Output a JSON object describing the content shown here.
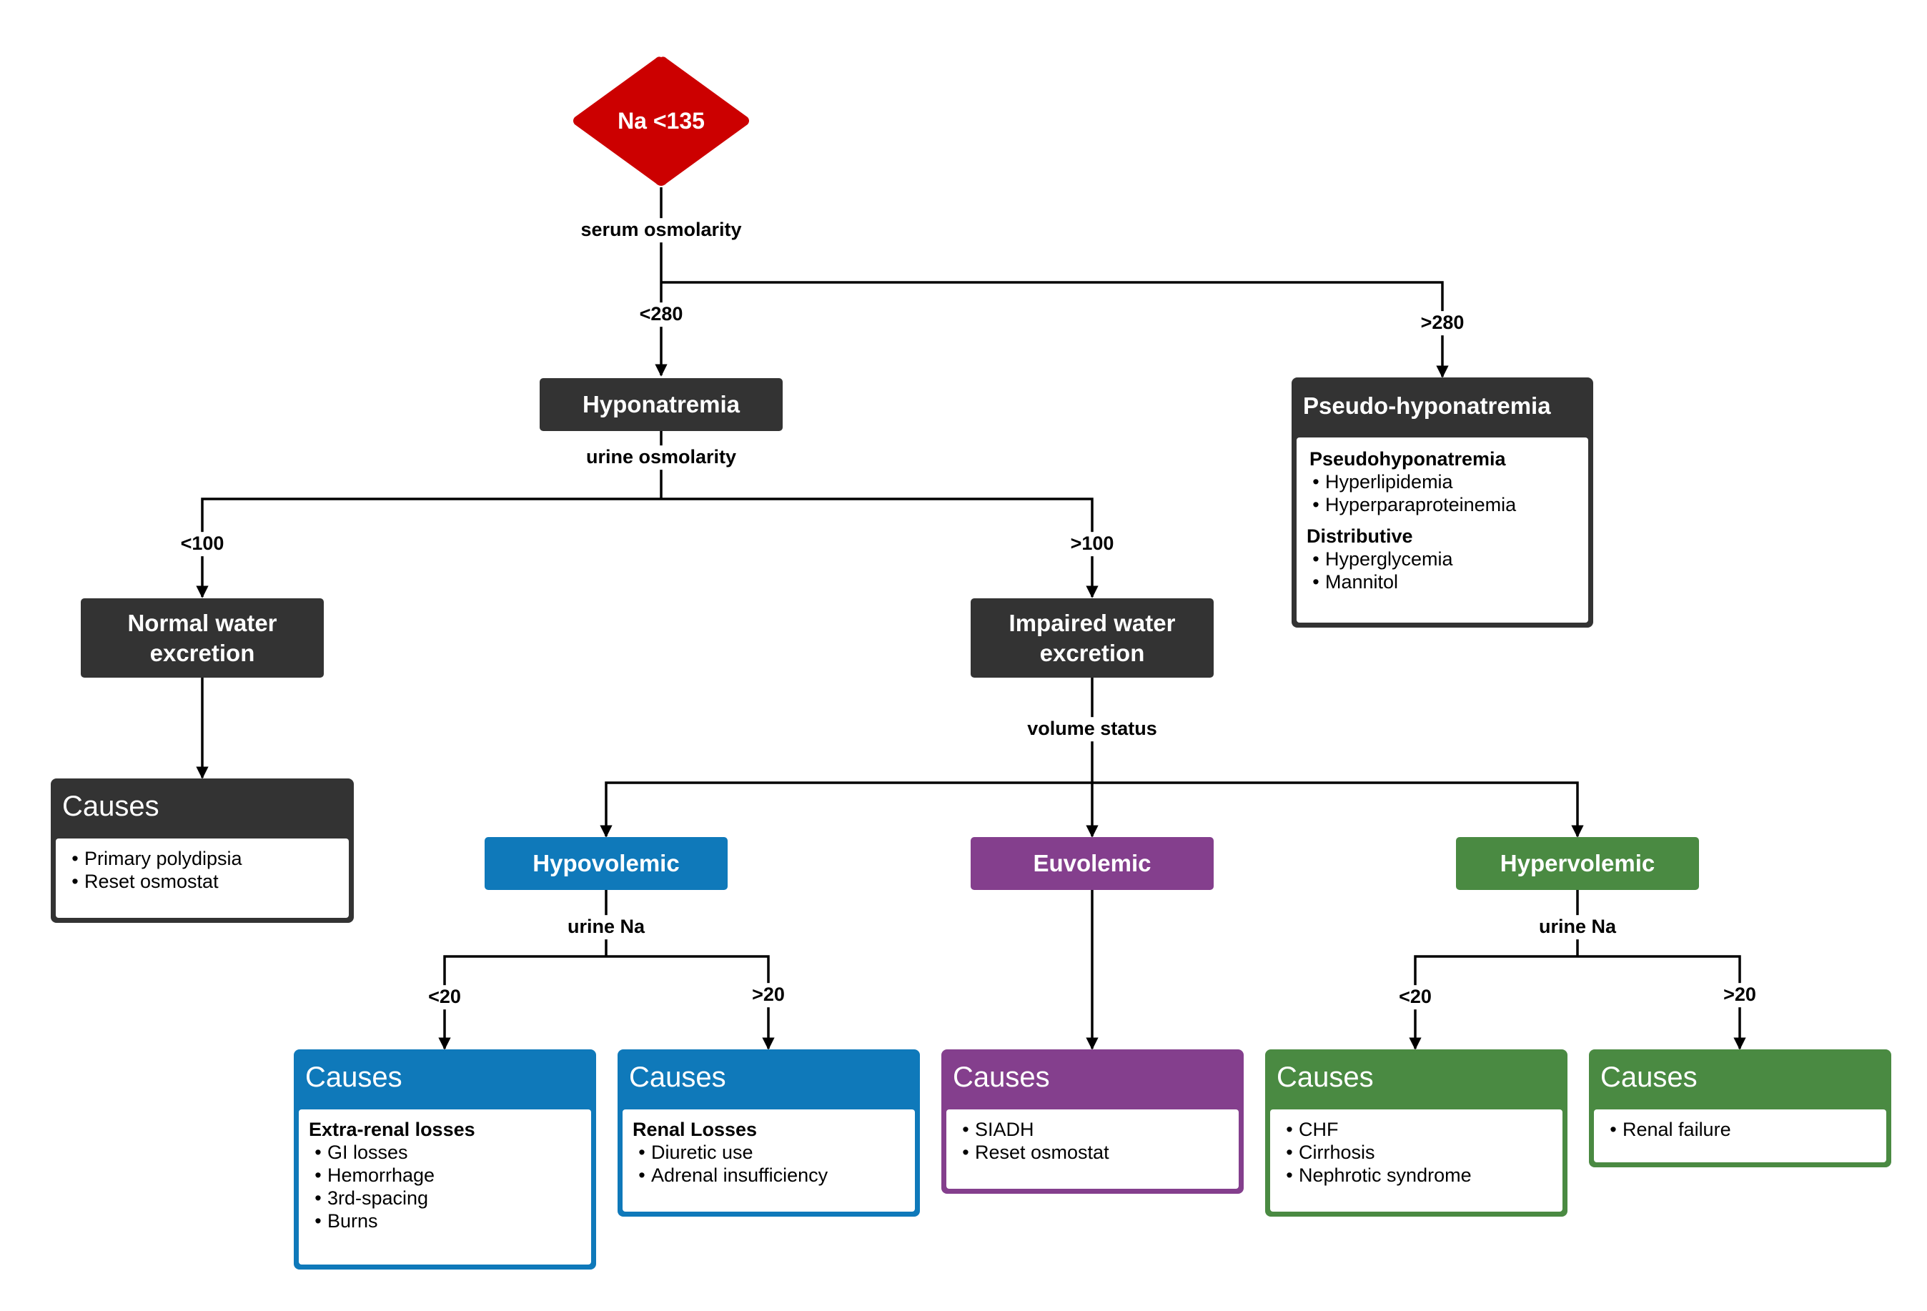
{
  "start": {
    "label": "Na <135",
    "color": "#cc0000"
  },
  "edges": {
    "serum_osmolarity": "serum osmolarity",
    "lt280": "<280",
    "gt280": ">280",
    "urine_osmolarity": "urine osmolarity",
    "lt100": "<100",
    "gt100": ">100",
    "volume_status": "volume status",
    "urine_na_hypo": "urine Na",
    "urine_na_hyper": "urine Na",
    "lt20_hypo": "<20",
    "gt20_hypo": ">20",
    "lt20_hyper": "<20",
    "gt20_hyper": ">20"
  },
  "nodes": {
    "hyponatremia": "Hyponatremia",
    "normal_water": "Normal water excretion",
    "impaired_water": "Impaired water excretion",
    "hypovolemic": "Hypovolemic",
    "euvolemic": "Euvolemic",
    "hypervolemic": "Hypervolemic"
  },
  "pseudo": {
    "title": "Pseudo-hyponatremia",
    "sections": [
      {
        "title": "Pseudohyponatremia",
        "items": [
          "Hyperlipidemia",
          "Hyperparaproteinemia"
        ]
      },
      {
        "title": "Distributive",
        "items": [
          "Hyperglycemia",
          "Mannitol"
        ]
      }
    ]
  },
  "causes_normal": {
    "title": "Causes",
    "items": [
      "Primary polydipsia",
      "Reset osmostat"
    ]
  },
  "causes_hypo_lt20": {
    "title": "Causes",
    "section_title": "Extra-renal losses",
    "items": [
      "GI losses",
      "Hemorrhage",
      "3rd-spacing",
      "Burns"
    ]
  },
  "causes_hypo_gt20": {
    "title": "Causes",
    "section_title": "Renal Losses",
    "items": [
      "Diuretic use",
      "Adrenal insufficiency"
    ]
  },
  "causes_euvolemic": {
    "title": "Causes",
    "items": [
      "SIADH",
      "Reset osmostat"
    ]
  },
  "causes_hyper_lt20": {
    "title": "Causes",
    "items": [
      "CHF",
      "Cirrhosis",
      "Nephrotic syndrome"
    ]
  },
  "causes_hyper_gt20": {
    "title": "Causes",
    "items": [
      "Renal failure"
    ]
  },
  "colors": {
    "dark": "#333333",
    "blue": "#0f79ba",
    "purple": "#843f8d",
    "green": "#4a8a42",
    "red": "#cc0000"
  }
}
